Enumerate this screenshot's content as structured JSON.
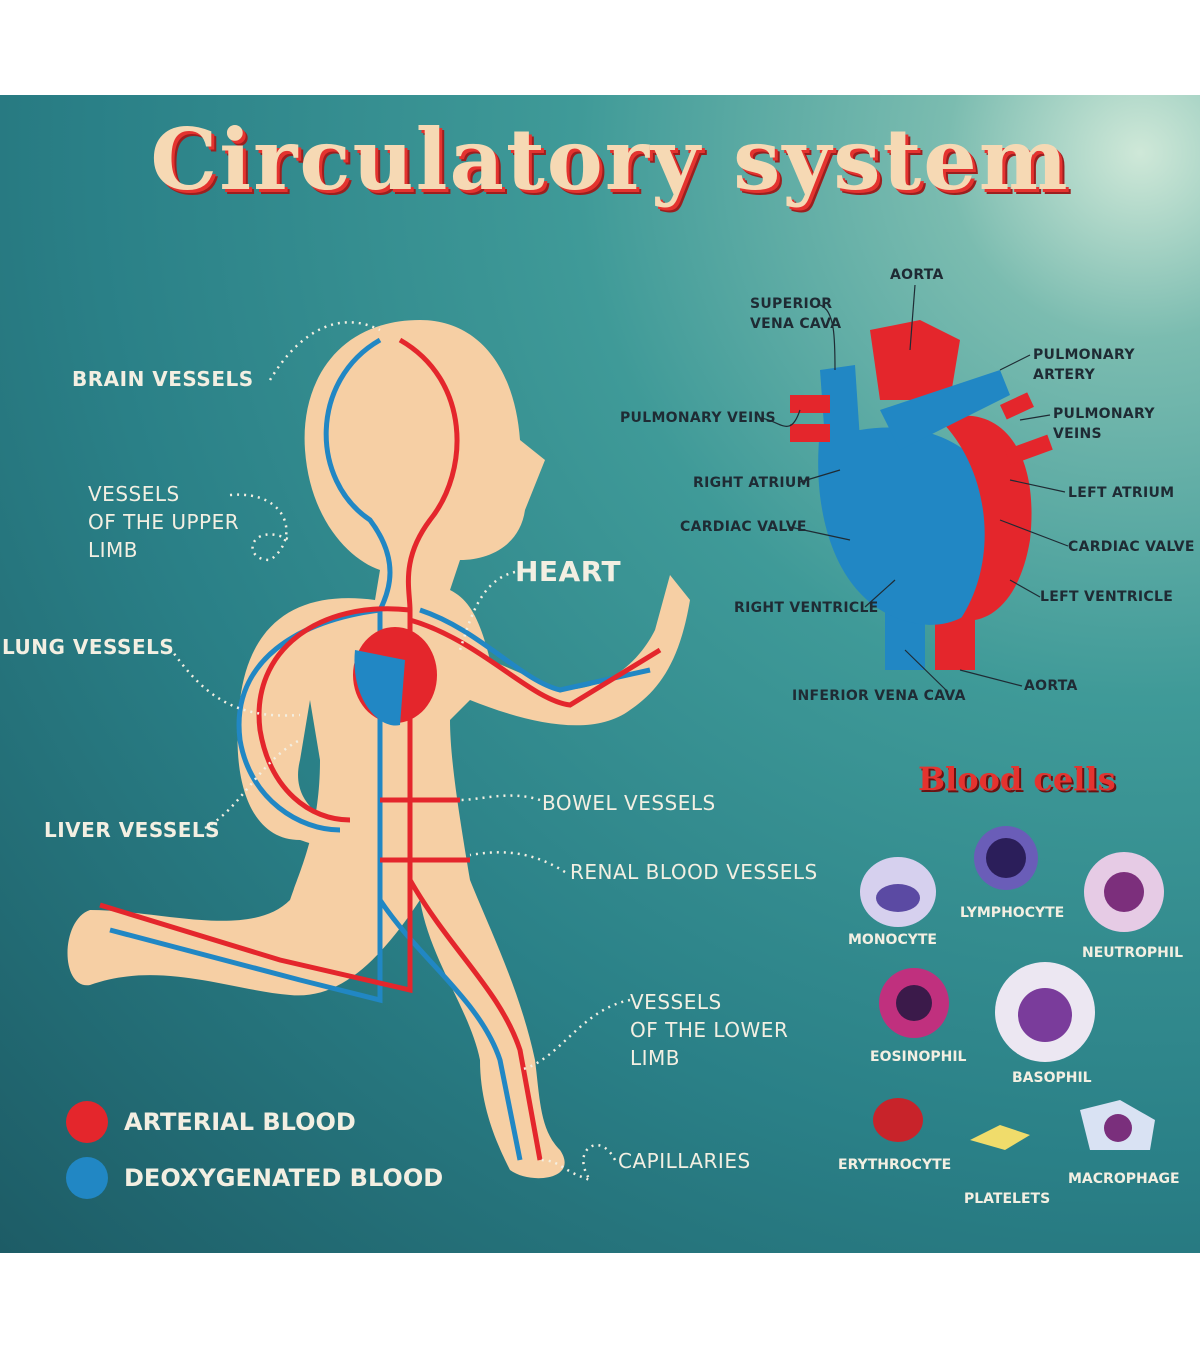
{
  "title": "Circulatory system",
  "colors": {
    "arterial": "#e4262c",
    "deoxygenated": "#2187c4",
    "skin": "#f6cfa4",
    "background": "#2f8a8e"
  },
  "body_labels": {
    "brain": "BRAIN VESSELS",
    "upper_limb": "VESSELS\nOF THE UPPER\nLIMB",
    "heart": "HEART",
    "lung": "LUNG VESSELS",
    "liver": "LIVER VESSELS",
    "bowel": "BOWEL VESSELS",
    "renal": "RENAL BLOOD VESSELS",
    "lower_limb": "VESSELS\nOF THE LOWER\nLIMB",
    "capillaries": "CAPILLARIES"
  },
  "heart_labels": {
    "aorta_top": "AORTA",
    "svc": "SUPERIOR\nVENA CAVA",
    "pulm_artery": "PULMONARY ARTERY",
    "pulm_veins_left": "PULMONARY VEINS",
    "pulm_veins_right": "PULMONARY VEINS",
    "right_atrium": "RIGHT ATRIUM",
    "left_atrium": "LEFT ATRIUM",
    "cardiac_valve_left": "CARDIAC VALVE",
    "cardiac_valve_right": "CARDIAC VALVE",
    "right_ventricle": "RIGHT VENTRICLE",
    "left_ventricle": "LEFT VENTRICLE",
    "ivc": "INFERIOR VENA CAVA",
    "aorta_bottom": "AORTA"
  },
  "blood_cells": {
    "title": "Blood cells",
    "items": [
      "MONOCYTE",
      "LYMPHOCYTE",
      "NEUTROPHIL",
      "EOSINOPHIL",
      "BASOPHIL",
      "ERYTHROCYTE",
      "PLATELETS",
      "MACROPHAGE"
    ]
  },
  "legend": [
    {
      "label": "ARTERIAL BLOOD",
      "color": "#e4262c"
    },
    {
      "label": "DEOXYGENATED BLOOD",
      "color": "#2187c4"
    }
  ]
}
